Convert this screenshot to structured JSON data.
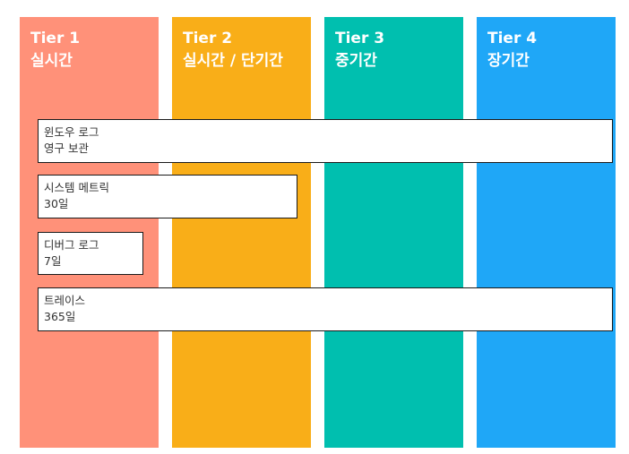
{
  "colors": {
    "tier1": "#FF9179",
    "tier2": "#F9AE18",
    "tier3": "#00BFAF",
    "tier4": "#1FA7F7"
  },
  "tiers": [
    {
      "title": "Tier 1",
      "subtitle": "실시간"
    },
    {
      "title": "Tier 2",
      "subtitle": "실시간 / 단기간"
    },
    {
      "title": "Tier 3",
      "subtitle": "중기간"
    },
    {
      "title": "Tier 4",
      "subtitle": "장기간"
    }
  ],
  "bars": [
    {
      "label": "윈도우 로그",
      "retention": "영구 보관",
      "spans_tiers": [
        1,
        4
      ]
    },
    {
      "label": "시스템 메트릭",
      "retention": "30일",
      "spans_tiers": [
        1,
        2
      ]
    },
    {
      "label": "디버그 로그",
      "retention": "7일",
      "spans_tiers": [
        1,
        1
      ]
    },
    {
      "label": "트레이스",
      "retention": "365일",
      "spans_tiers": [
        1,
        4
      ]
    }
  ]
}
